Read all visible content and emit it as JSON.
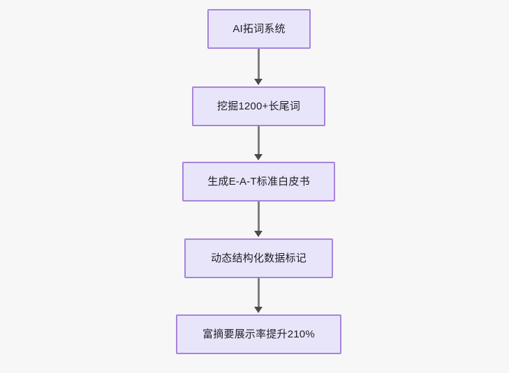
{
  "diagram": {
    "type": "flowchart",
    "orientation": "top-to-bottom",
    "background_color": "#f7f7f8",
    "node_fill_color": "#e8e5fb",
    "node_border_color": "#a783db",
    "node_text_color": "#1f2023",
    "connector_color": "#7e7e7e",
    "nodes": [
      {
        "id": "node-0",
        "label": "AI拓词系统"
      },
      {
        "id": "node-1",
        "label": "挖掘1200+长尾词"
      },
      {
        "id": "node-2",
        "label": "生成E-A-T标准白皮书"
      },
      {
        "id": "node-3",
        "label": "动态结构化数据标记"
      },
      {
        "id": "node-4",
        "label": "富摘要展示率提升210%"
      }
    ],
    "edges": [
      {
        "id": "edge-0",
        "from": "node-0",
        "to": "node-1",
        "label": ""
      },
      {
        "id": "edge-1",
        "from": "node-1",
        "to": "node-2",
        "label": ""
      },
      {
        "id": "edge-2",
        "from": "node-2",
        "to": "node-3",
        "label": ""
      },
      {
        "id": "edge-3",
        "from": "node-3",
        "to": "node-4",
        "label": ""
      }
    ]
  }
}
